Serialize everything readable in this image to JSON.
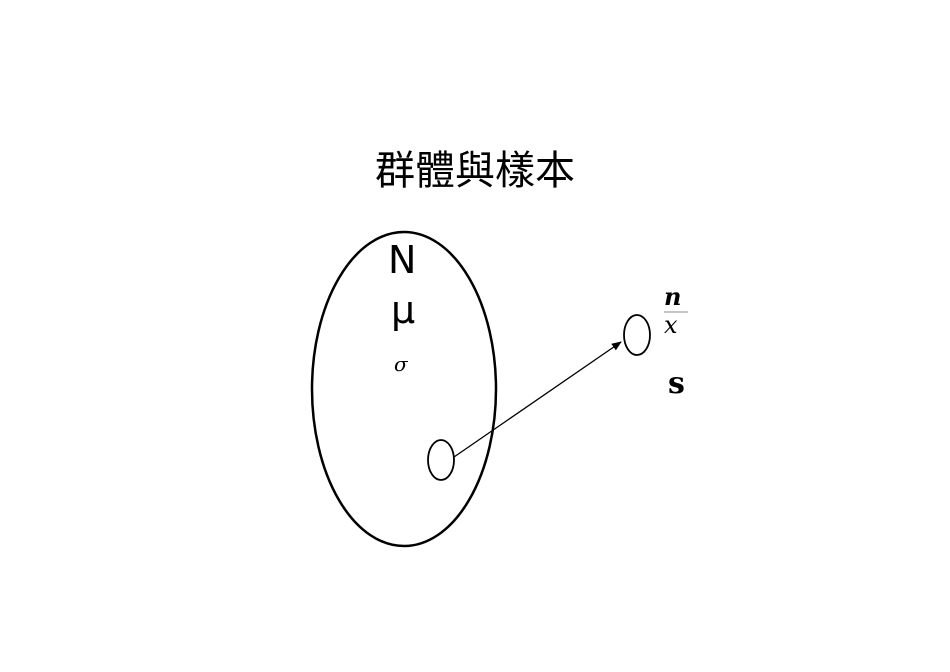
{
  "title": "群體與樣本",
  "population": {
    "size_symbol": "N",
    "mean_symbol": "μ",
    "sd_symbol": "σ"
  },
  "sample": {
    "size_symbol": "n",
    "mean_symbol": "x",
    "sd_symbol": "s"
  }
}
